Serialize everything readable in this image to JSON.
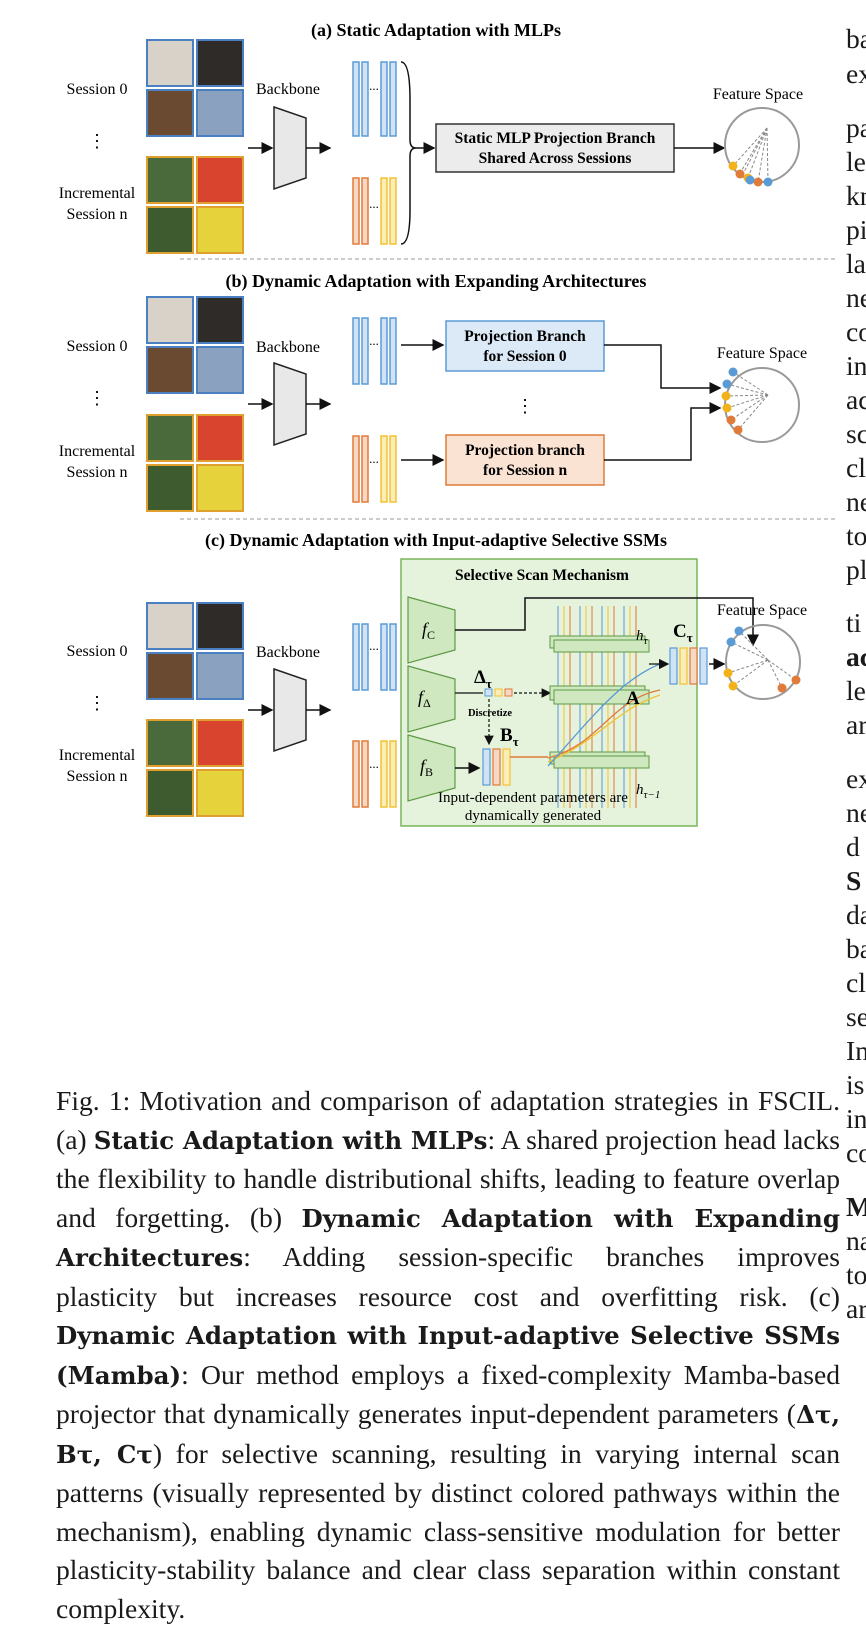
{
  "figure": {
    "panel_a": {
      "title": "(a) Static Adaptation with MLPs",
      "session0": "Session 0",
      "dots": "⋮",
      "incremental_line1": "Incremental",
      "incremental_line2": "Session n",
      "backbone": "Backbone",
      "ellipsis": "...",
      "branch_line1": "Static MLP Projection Branch",
      "branch_line2": "Shared Across Sessions",
      "feature_space": "Feature Space"
    },
    "panel_b": {
      "title": "(b) Dynamic Adaptation with Expanding Architectures",
      "session0": "Session 0",
      "dots": "⋮",
      "incremental_line1": "Incremental",
      "incremental_line2": "Session n",
      "backbone": "Backbone",
      "ellipsis": "...",
      "branch0_line1": "Projection Branch",
      "branch0_line2": "for Session 0",
      "branchn_line1": "Projection branch",
      "branchn_line2": "for Session n",
      "mid_dots": "⋮",
      "feature_space": "Feature Space"
    },
    "panel_c": {
      "title": "(c) Dynamic Adaptation with Input-adaptive Selective SSMs",
      "session0": "Session 0",
      "dots": "⋮",
      "incremental_line1": "Incremental",
      "incremental_line2": "Session n",
      "backbone": "Backbone",
      "ellipsis": "...",
      "mechanism_title": "Selective Scan Mechanism",
      "fc": "f",
      "fc_sub": "C",
      "fdelta": "f",
      "fdelta_sub": "Δ",
      "fb": "f",
      "fb_sub": "B",
      "delta": "Δ",
      "tau": "τ",
      "discretize": "Discretize",
      "b_label": "B",
      "c_label": "C",
      "a_label": "A",
      "h_tau": "h",
      "h_prev_sub": "τ−1",
      "note_line1": "Input-dependent parameters are",
      "note_line2": "dynamically generated",
      "feature_space": "Feature Space"
    }
  },
  "caption": {
    "figno": "Fig. 1:",
    "intro": " Motivation and comparison of adaptation strategies in FSCIL. (a) ",
    "a_bold": "Static Adaptation with MLPs",
    "a_text": ": A shared projection head lacks the flexibility to handle distributional shifts, leading to feature overlap and forgetting. (b) ",
    "b_bold": "Dynamic Adaptation with Expanding Architectures",
    "b_text": ": Adding session-specific branches improves plasticity but increases resource cost and overfitting risk. (c) ",
    "c_bold": "Dynamic Adaptation with Input-adaptive Selective SSMs (Mamba)",
    "c_text": ": Our method employs a fixed-complexity Mamba-based projector that dynamically generates input-dependent parameters (",
    "params": "Δτ, Bτ, Cτ",
    "c_text2": ") for selective scanning, resulting in varying internal scan patterns (visually represented by distinct colored pathways within the mechanism), enabling dynamic class-sensitive modulation for better plasticity-stability balance and clear class separation within constant complexity."
  },
  "right_column_fragments": [
    "ba",
    "ex",
    "pa",
    "le",
    "kn",
    "pi",
    "la",
    "ne",
    "co",
    "in",
    "ac",
    "sc",
    "cl",
    "ne",
    "to",
    "pl",
    "ti",
    "ac",
    "le",
    "ar",
    "ex",
    "ne",
    "d",
    "S",
    "da",
    "ba",
    "cl",
    "se",
    "In",
    "is",
    "in",
    "co",
    "M",
    "na",
    "to",
    "ar"
  ],
  "colors": {
    "blue_bar": "#5b9bd5",
    "orange_bar": "#e07b39",
    "yellow_bar": "#f2c233",
    "green_panel": "#e6f3dc",
    "green_border": "#79b55a"
  }
}
